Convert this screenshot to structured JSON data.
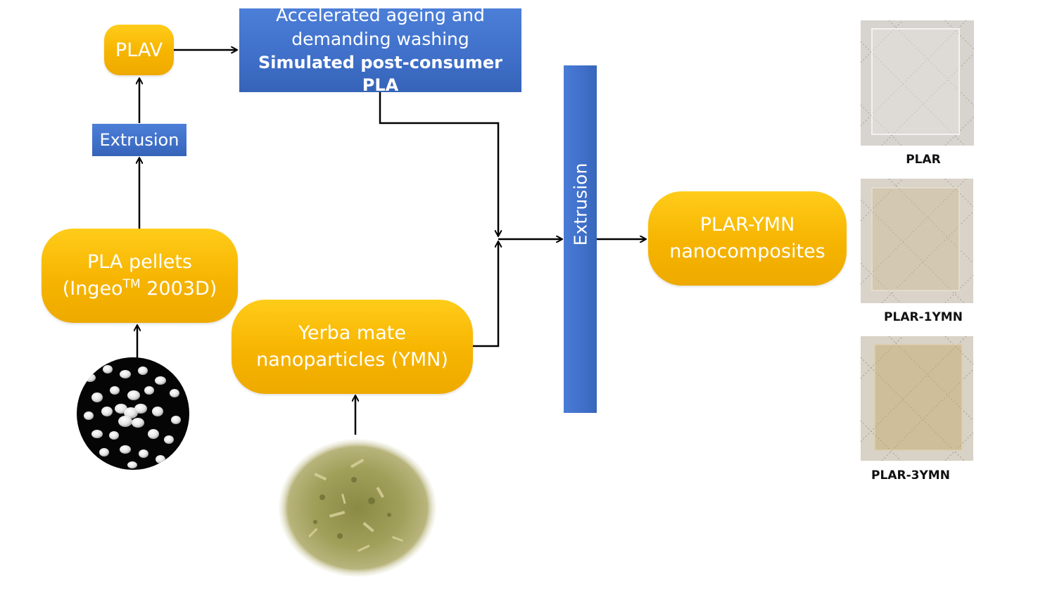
{
  "nodes": {
    "plav": "PLAV",
    "ageing_line1": "Accelerated ageing and",
    "ageing_line2": "demanding washing",
    "ageing_line3": "Simulated post-consumer PLA",
    "extrusion_small": "Extrusion",
    "pla_line1": "PLA pellets",
    "pla_line2_pre": "(Ingeo",
    "pla_line2_sup": "TM",
    "pla_line2_post": " 2003D)",
    "ymn_line1": "Yerba mate",
    "ymn_line2": "nanoparticles (YMN)",
    "extrusion_bar": "Extrusion",
    "nano_line1": "PLAR-YMN",
    "nano_line2": "nanocomposites"
  },
  "samples": [
    {
      "label": "PLAR",
      "tint": "#d6d2cd"
    },
    {
      "label": "PLAR-1YMN",
      "tint": "#d7cbb6"
    },
    {
      "label": "PLAR-3YMN",
      "tint": "#cfbf97"
    }
  ],
  "colors": {
    "pill": "#f6b400",
    "blue": "#4472c4",
    "arrow": "#000000"
  }
}
